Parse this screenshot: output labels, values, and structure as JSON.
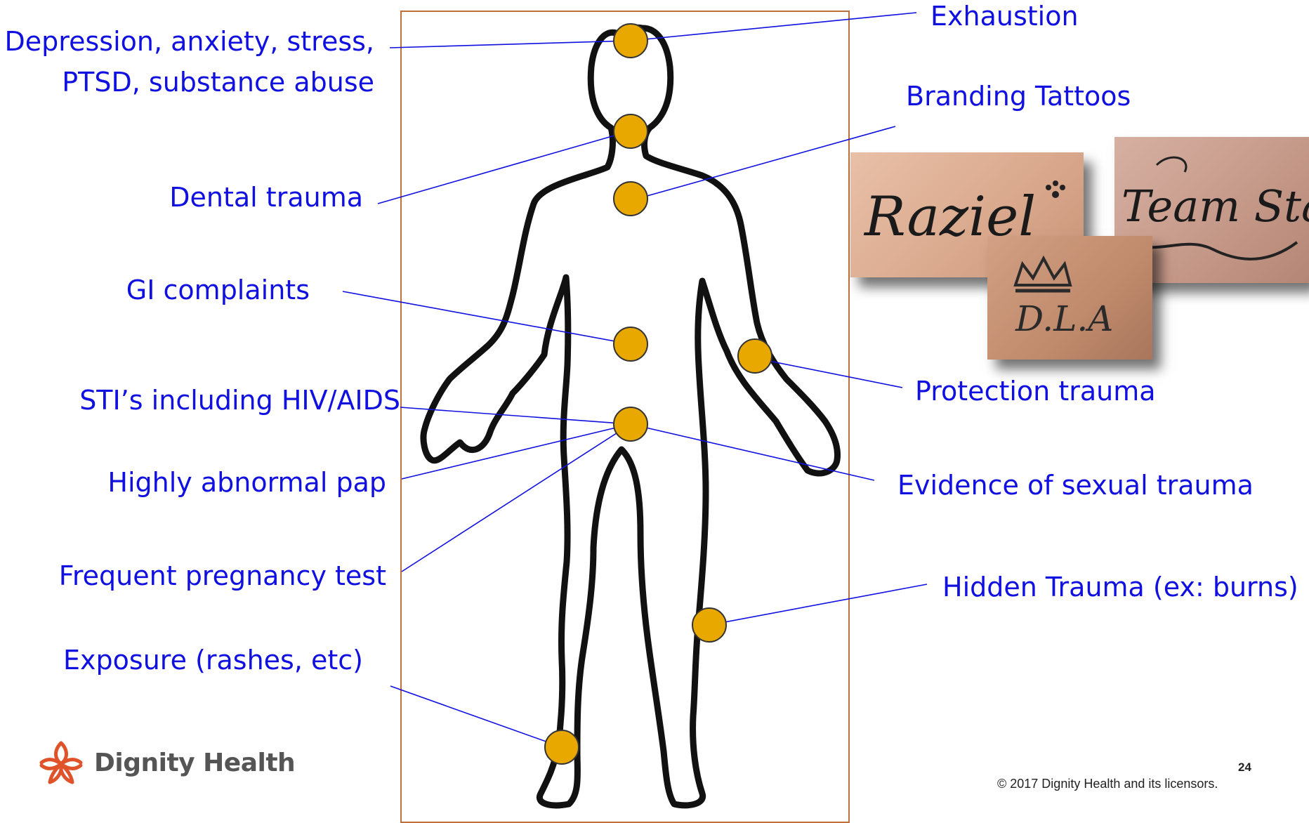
{
  "labels": {
    "depression_line1": "Depression, anxiety, stress,",
    "depression_line2": "PTSD, substance abuse",
    "dental": "Dental trauma",
    "gi": "GI complaints",
    "sti": "STI’s including HIV/AIDS",
    "pap": "Highly abnormal pap",
    "pregnancy": "Frequent pregnancy test",
    "exposure": "Exposure (rashes, etc)",
    "exhaustion": "Exhaustion",
    "branding": "Branding Tattoos",
    "protection": "Protection trauma",
    "sexual": "Evidence of sexual trauma",
    "hidden": "Hidden Trauma (ex: burns)"
  },
  "tattoos": {
    "photo1": "Raziel",
    "photo2": "Team Stay",
    "photo3": "D.L.A"
  },
  "footer": {
    "brand": "Dignity Health",
    "page": "24",
    "copyright": "© 2017 Dignity Health and its licensors."
  },
  "colors": {
    "label_text": "#1010e0",
    "connector_line": "#1010e0",
    "marker_fill": "#e8a800",
    "marker_stroke": "#333333",
    "frame_border": "#c0703a",
    "brand_orange": "#e0522a"
  }
}
